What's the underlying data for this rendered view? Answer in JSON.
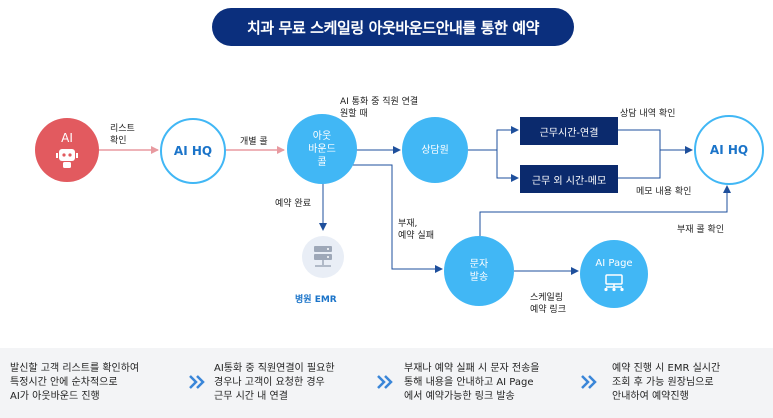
{
  "title": "치과 무료 스케일링 아웃바운드안내를 통한 예약",
  "nodes": {
    "ai": "AI",
    "ai_hq_left": "AI HQ",
    "outbound_call": [
      "아웃",
      "바운드",
      "콜"
    ],
    "counselor": "상담원",
    "sms": [
      "문자",
      "발송"
    ],
    "ai_page": "AI Page",
    "ai_hq_right": "AI HQ",
    "emr": "병원 EMR"
  },
  "boxes": {
    "work_hours": "근무시간-연결",
    "off_hours": "근무 외 시간-메모"
  },
  "labels": {
    "list_check": [
      "리스트",
      "확인"
    ],
    "individual_call": "개별 콜",
    "connect_when": [
      "AI 통화 중 직원 연결",
      "원할 때"
    ],
    "consult_check": "상담 내역 확인",
    "memo_check": "메모 내용 확인",
    "reservation_done": "예약 완료",
    "absent_fail": [
      "부재,",
      "예약 실패"
    ],
    "absent_call_check": "부재 콜 확인",
    "scaling_link": [
      "스케일링",
      "예약 링크"
    ]
  },
  "footer": [
    [
      "발신할 고객 리스트를 확인하여",
      "특정시간 안에 순차적으로",
      "AI가 아웃바운드 진행"
    ],
    [
      "AI통화 중 직원연결이 필요한",
      "경우나 고객이 요청한 경우",
      "근무 시간 내 연결"
    ],
    [
      "부재나 예약 실패 시 문자 전송을",
      "통해 내용을 안내하고 AI Page",
      "에서 예약가능한 링크 발송"
    ],
    [
      "예약 진행 시 EMR 실시간",
      "조회 후 가능 원장님으로",
      "안내하여 예약진행"
    ]
  ],
  "colors": {
    "navy": "#0b2f7d",
    "box_navy": "#0b2a6d",
    "light_blue": "#41b7f5",
    "ai_red": "#e25a5f",
    "arrow_red": "#e89aa0",
    "chevron_blue": "#3a86d8"
  },
  "icons": [
    "robot-icon",
    "server-icon",
    "network-icon",
    "chevron-double-right-icon"
  ]
}
